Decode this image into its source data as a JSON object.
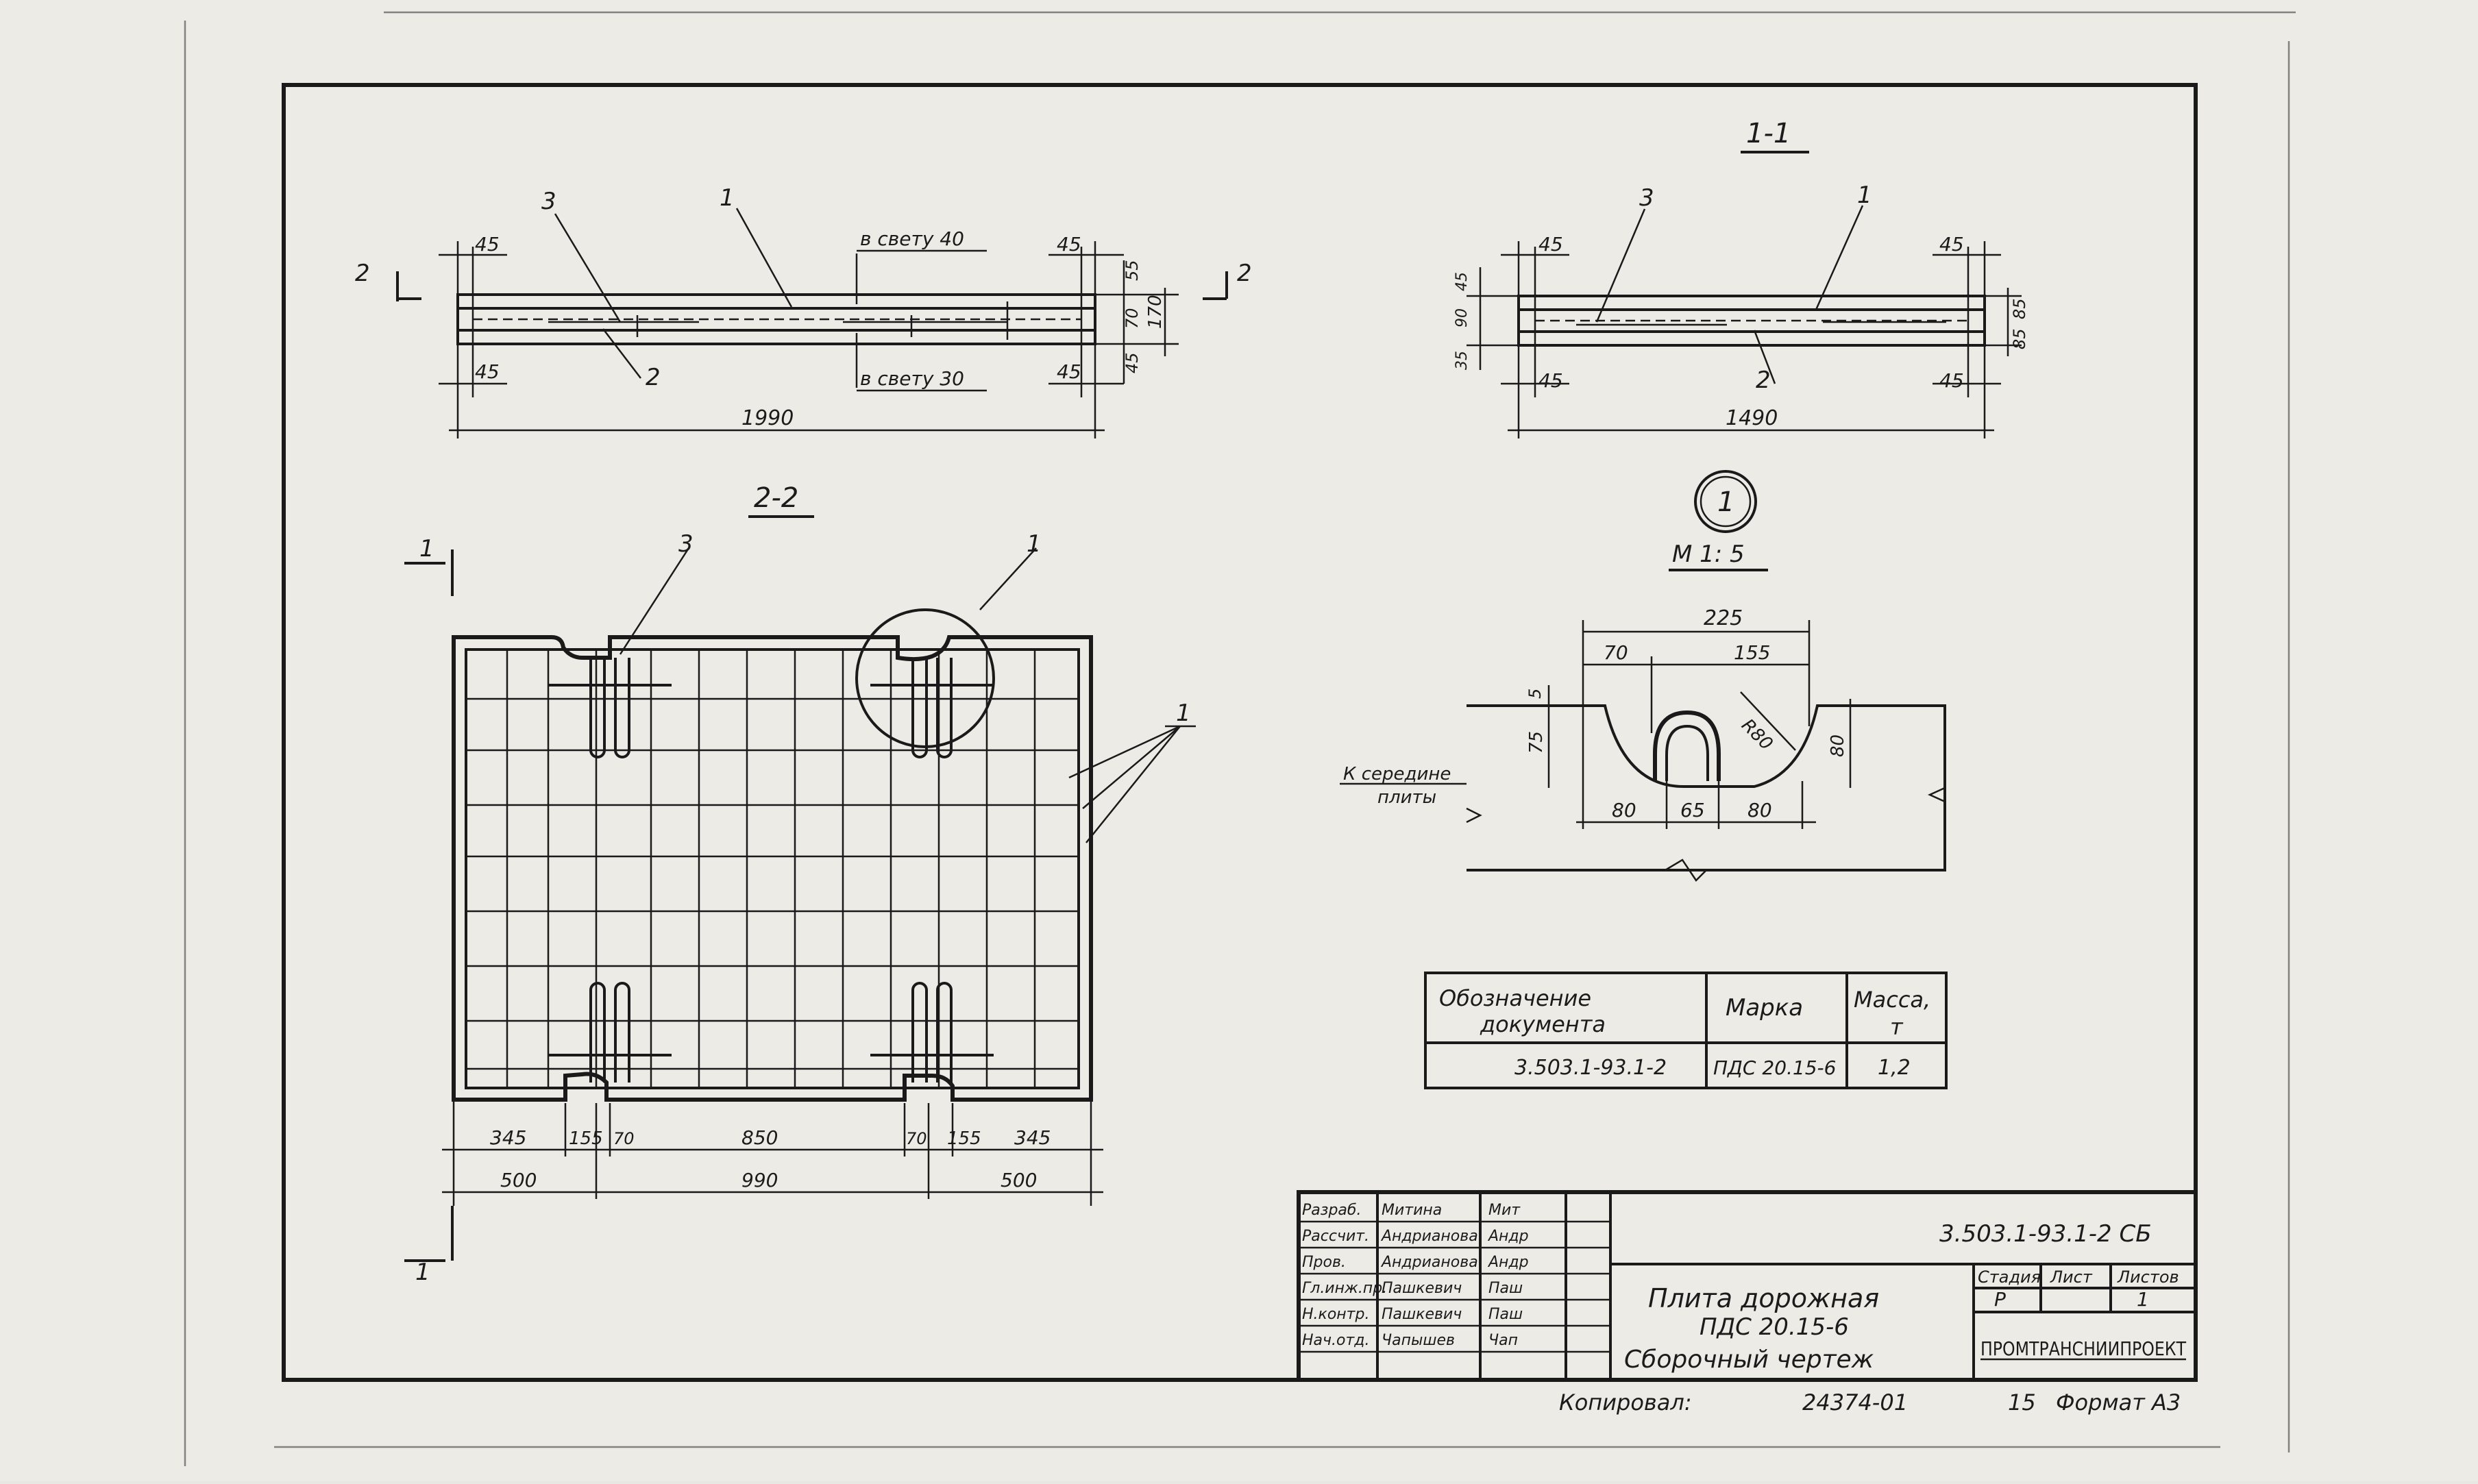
{
  "section_1_1": {
    "title": "1-1",
    "leader_3": "3",
    "leader_1": "1",
    "leader_2": "2",
    "dim_top_left": "45",
    "dim_top_right": "45",
    "dim_bot_left": "45",
    "dim_bot_right": "45",
    "dim_total": "1490",
    "dims_left": [
      "45",
      "90",
      "35"
    ],
    "dims_right": [
      "85",
      "85"
    ]
  },
  "elevation": {
    "leader_3": "3",
    "leader_1": "1",
    "leader_2": "2",
    "clear_top": "в свету 40",
    "clear_bottom": "в свету 30",
    "dim_top_left": "45",
    "dim_top_right": "45",
    "dim_bot_left": "45",
    "dim_bot_right": "45",
    "dim_total": "1990",
    "dims_right": [
      "55",
      "70",
      "45"
    ],
    "dim_height": "170",
    "cut_mark_left": "2",
    "cut_mark_right": "2"
  },
  "section_2_2": {
    "title": "2-2",
    "leader_3": "3",
    "leader_1_top": "1",
    "leader_1_side": "1",
    "cut_mark_top": "1",
    "cut_mark_bottom": "1",
    "dims_row1": [
      "345",
      "155",
      "70",
      "850",
      "70",
      "155",
      "345"
    ],
    "dims_row2": [
      "500",
      "990",
      "500"
    ]
  },
  "detail": {
    "callout": "1",
    "scale": "М 1: 5",
    "dim_total": "225",
    "dim_a": "70",
    "dim_b": "155",
    "dim_radius": "R80",
    "dim_left_small": "5",
    "dim_left": "75",
    "dim_right": "80",
    "dims_bottom": [
      "80",
      "65",
      "80"
    ],
    "note_line1": "К середине",
    "note_line2": "плиты"
  },
  "spec_table": {
    "headers": [
      "Обозначение документа",
      "Марка",
      "Масса, т"
    ],
    "row": [
      "3.503.1-93.1-2",
      "ПДС 20.15-6",
      "1,2"
    ]
  },
  "title_block": {
    "doc_code": "3.503.1-93.1-2 СБ",
    "roles": [
      "Разраб.",
      "Рассчит.",
      "Пров.",
      "Гл.инж.пр.",
      "Н.контр.",
      "Нач.отд."
    ],
    "names": [
      "Митина",
      "Андрианова",
      "Андрианова",
      "Пашкевич",
      "Пашкевич",
      "Чапышев"
    ],
    "signatures": [
      "Мит",
      "Андр",
      "Андр",
      "Паш",
      "Паш",
      "Чап"
    ],
    "title_line1": "Плита дорожная",
    "title_line2": "ПДС 20.15-6",
    "title_line3": "Сборочный чертеж",
    "stage_header": "Стадия",
    "sheet_header": "Лист",
    "sheets_header": "Листов",
    "stage_value": "Р",
    "sheet_value": "",
    "sheets_value": "1",
    "organization": "ПРОМТРАНСНИИПРОЕКТ"
  },
  "footer": {
    "copied": "Копировал:",
    "order": "24374-01",
    "page": "15",
    "format": "Формат А3"
  }
}
